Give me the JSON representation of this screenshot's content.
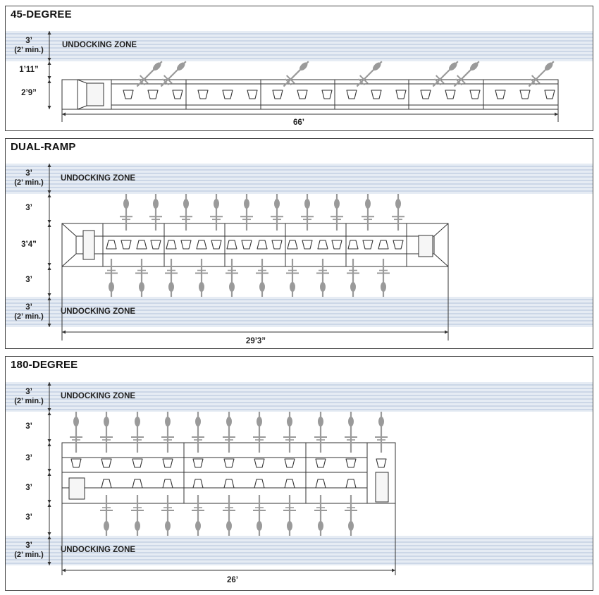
{
  "panels": [
    {
      "title": "45-DEGREE",
      "zone_label": "UNDOCKING ZONE",
      "zone_dim": "3’",
      "zone_dim_sub": "(2’ min.)",
      "dims": [
        "1’11”",
        "2’9”"
      ],
      "total_length": "66’"
    },
    {
      "title": "DUAL-RAMP",
      "zone_label": "UNDOCKING ZONE",
      "zone_dim": "3’",
      "zone_dim_sub": "(2’ min.)",
      "dims": [
        "3’",
        "3’4”",
        "3’"
      ],
      "bottom_zone_label": "UNDOCKING ZONE",
      "bottom_zone_dim": "3’",
      "bottom_zone_dim_sub": "(2’ min.)",
      "total_length": "29’3”"
    },
    {
      "title": "180-DEGREE",
      "zone_label": "UNDOCKING ZONE",
      "zone_dim": "3’",
      "zone_dim_sub": "(2’ min.)",
      "dims": [
        "3’",
        "3’",
        "3’",
        "3’"
      ],
      "bottom_zone_label": "UNDOCKING ZONE",
      "bottom_zone_dim": "3’",
      "bottom_zone_dim_sub": "(2’ min.)",
      "total_length": "26’"
    }
  ],
  "colors": {
    "zone_stripe_light": "#e6ecf4",
    "zone_stripe_dark": "#ccd7e7",
    "scooter": "#9a9a9a",
    "outline": "#333333"
  }
}
